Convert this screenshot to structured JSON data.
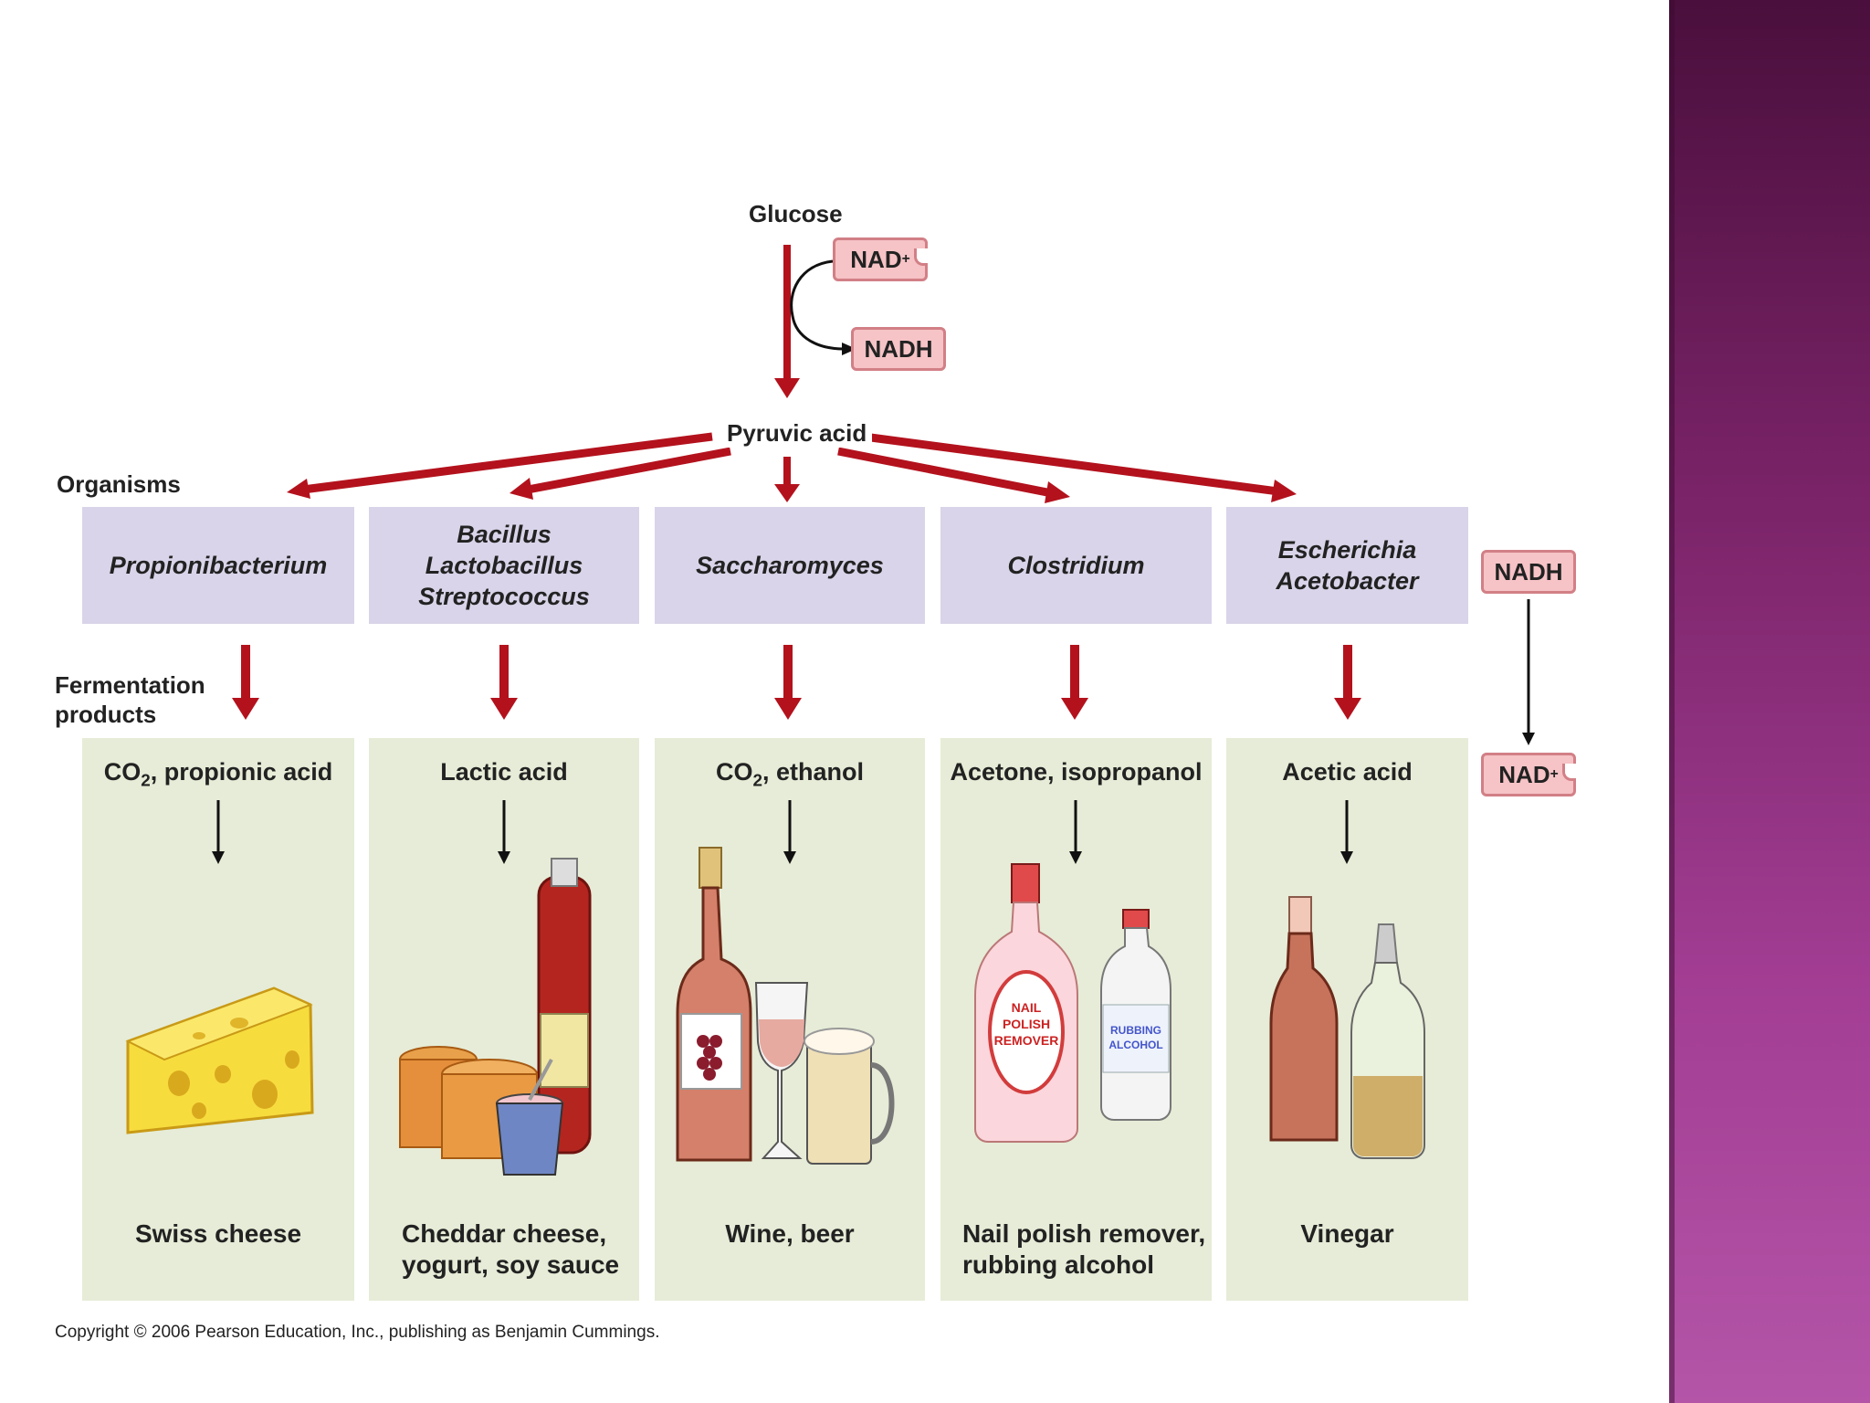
{
  "diagram": {
    "glucose": "Glucose",
    "pyruvic_acid": "Pyruvic acid",
    "nad_plus": "NAD",
    "nadh": "NADH",
    "plus_sign": "+",
    "organisms_label": "Organisms",
    "fermentation_label": "Fermentation\nproducts",
    "columns": [
      {
        "organism": "Propionibacterium",
        "product_main": "CO",
        "product_sub": "2",
        "product_rest": ", propionic acid",
        "food": "Swiss cheese"
      },
      {
        "organism": "Bacillus\nLactobacillus\nStreptococcus",
        "product_main": "Lactic acid",
        "product_sub": "",
        "product_rest": "",
        "food": "Cheddar cheese,\nyogurt, soy sauce"
      },
      {
        "organism": "Saccharomyces",
        "product_main": "CO",
        "product_sub": "2",
        "product_rest": ", ethanol",
        "food": "Wine, beer"
      },
      {
        "organism": "Clostridium",
        "product_main": "Acetone, isopropanol",
        "product_sub": "",
        "product_rest": "",
        "food": "Nail polish remover,\nrubbing alcohol"
      },
      {
        "organism": "Escherichia\nAcetobacter",
        "product_main": "Acetic acid",
        "product_sub": "",
        "product_rest": "",
        "food": "Vinegar"
      }
    ],
    "bottle_labels": {
      "nail_polish": "NAIL\nPOLISH\nREMOVER",
      "rubbing_alcohol": "RUBBING\nALCOHOL"
    },
    "copyright": "Copyright © 2006 Pearson Education, Inc., publishing as Benjamin Cummings."
  },
  "colors": {
    "arrow_red": "#b3121d",
    "organism_fill": "#d9d4e9",
    "product_fill": "#e6ecd7",
    "pill_fill": "#f6c3c6",
    "sidebar": "#8a2c7a"
  }
}
